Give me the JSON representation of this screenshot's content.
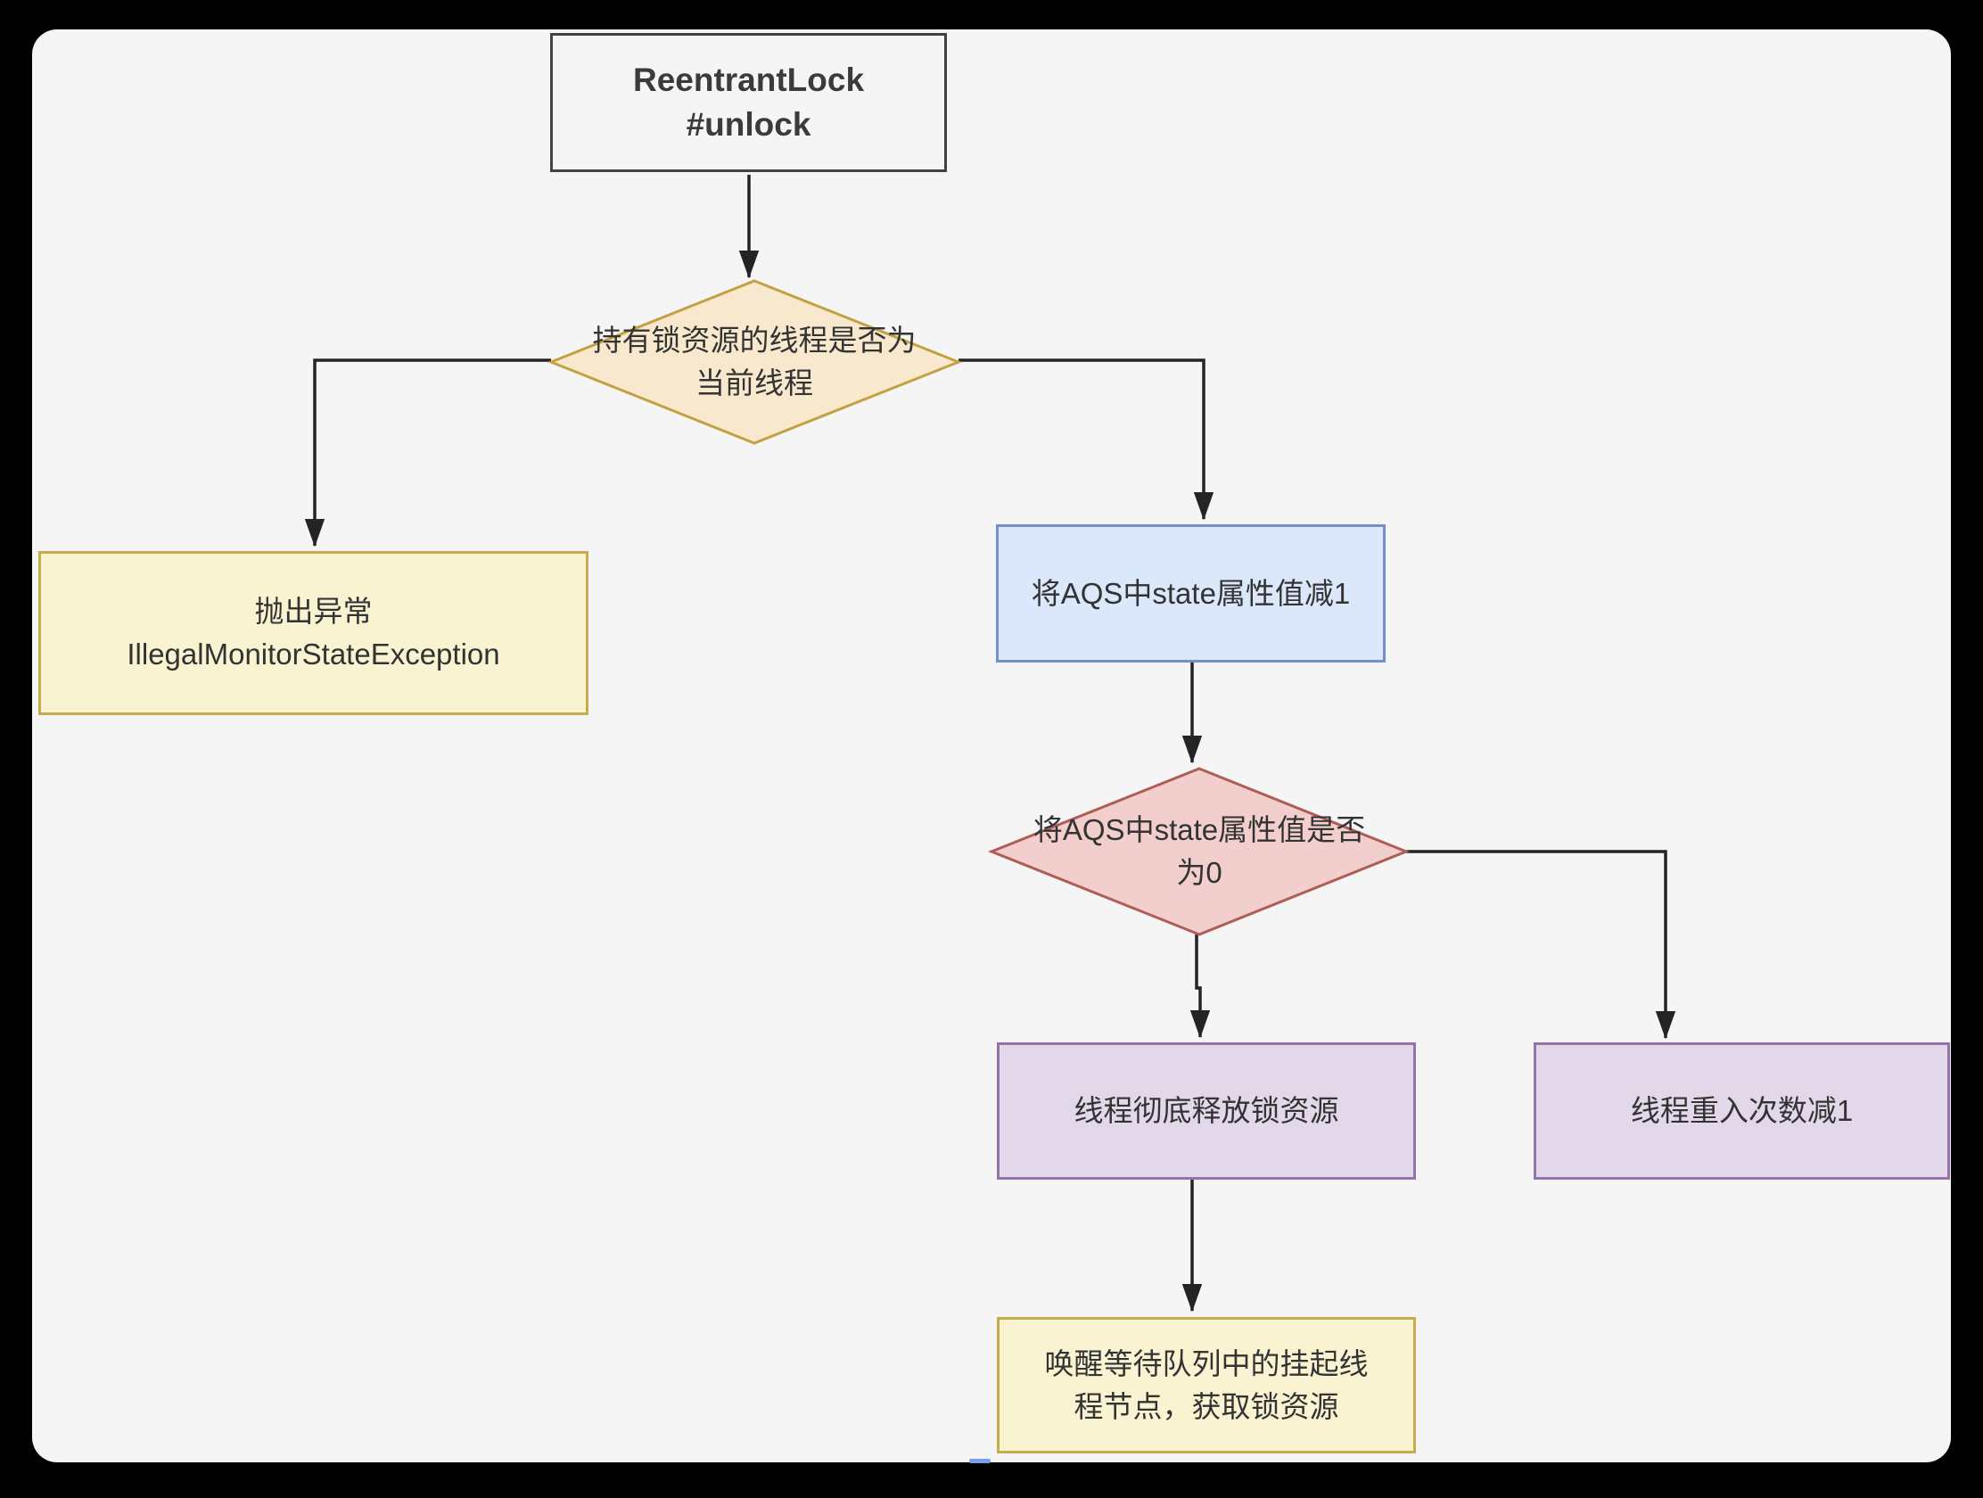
{
  "palette": {
    "frame_bg": "#000000",
    "canvas_bg": "#f5f5f5",
    "connector": "#242424",
    "text": "#333333",
    "start_stroke": "#3f4349",
    "orange_fill": "#f8e9ce",
    "orange_stroke": "#c3a143",
    "yellow_fill": "#faf3d2",
    "yellow_stroke": "#c6ac4c",
    "blue_fill": "#dbe8fb",
    "blue_stroke": "#7491c6",
    "red_fill": "#f2cfcd",
    "red_stroke": "#b05c57",
    "purple_fill": "#e2d8e9",
    "purple_stroke": "#9274aa"
  },
  "diagram": {
    "nodes": {
      "start": {
        "type": "rectangle",
        "label": "ReentrantLock\n#unlock"
      },
      "check_owner": {
        "type": "decision",
        "label": "持有锁资源的线程是否为\n当前线程"
      },
      "throw_exception": {
        "type": "process",
        "label": "抛出异常\nIllegalMonitorStateException"
      },
      "decrement_state": {
        "type": "process",
        "label": "将AQS中state属性值减1"
      },
      "check_state_zero": {
        "type": "decision",
        "label": "将AQS中state属性值是否\n为0"
      },
      "release_lock": {
        "type": "process",
        "label": "线程彻底释放锁资源"
      },
      "reentry_minus": {
        "type": "process",
        "label": "线程重入次数减1"
      },
      "wake_queue": {
        "type": "process",
        "label": "唤醒等待队列中的挂起线\n程节点，获取锁资源"
      }
    },
    "edges": [
      {
        "from": "start",
        "to": "check_owner"
      },
      {
        "from": "check_owner",
        "to": "throw_exception"
      },
      {
        "from": "check_owner",
        "to": "decrement_state"
      },
      {
        "from": "decrement_state",
        "to": "check_state_zero"
      },
      {
        "from": "check_state_zero",
        "to": "release_lock"
      },
      {
        "from": "check_state_zero",
        "to": "reentry_minus"
      },
      {
        "from": "release_lock",
        "to": "wake_queue"
      }
    ]
  }
}
